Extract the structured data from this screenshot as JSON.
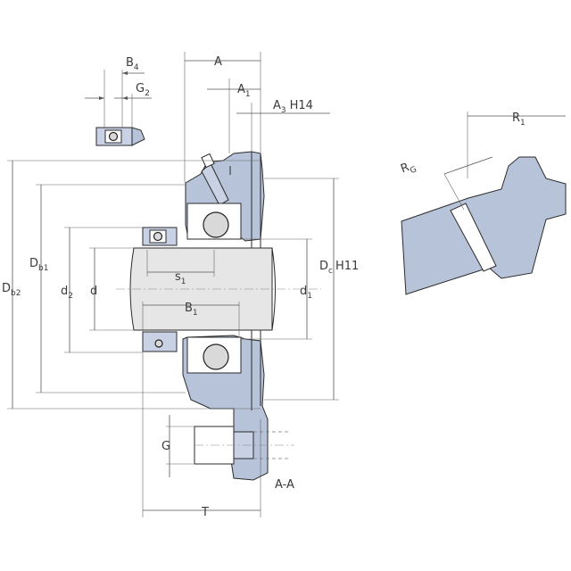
{
  "labels": {
    "A": "A",
    "A1_main": "A",
    "A1_sub": "1",
    "A3_main": "A",
    "A3_sub": "3",
    "A3_tol": "H14",
    "B4_main": "B",
    "B4_sub": "4",
    "G2_main": "G",
    "G2_sub": "2",
    "R1_main": "R",
    "R1_sub": "1",
    "RG_main": "R",
    "RG_sub": "G",
    "Db1_main": "D",
    "Db1_sub": "b1",
    "Db2_main": "D",
    "Db2_sub": "b2",
    "d2_main": "d",
    "d2_sub": "2",
    "d": "d",
    "s1_main": "s",
    "s1_sub": "1",
    "B1_main": "B",
    "B1_sub": "1",
    "Dc_main": "D",
    "Dc_sub": "c",
    "Dc_tol": "H11",
    "d1_main": "d",
    "d1_sub": "1",
    "G": "G",
    "T": "T",
    "section": "A-A"
  },
  "colors": {
    "housing": "#b7c3d8",
    "shaft": "#e6e6e6",
    "line": "#2b2b2b"
  }
}
